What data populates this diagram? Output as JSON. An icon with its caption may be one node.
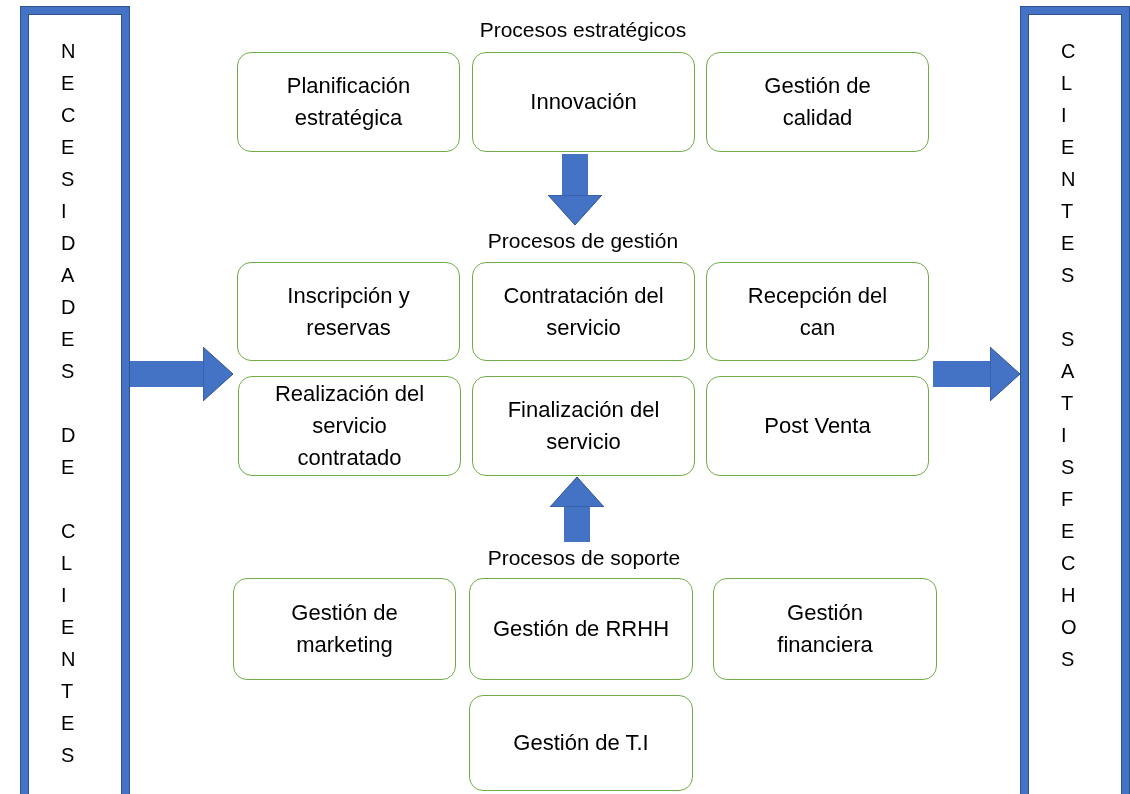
{
  "diagram": {
    "nodes": [
      {
        "text": [
          "NECESIDADES DE CLIENTES"
        ]
      },
      {
        "text": [
          "Procesos estratégicos"
        ]
      },
      {
        "text": [
          "Planificación estratégica"
        ],
        "in": 1
      },
      {
        "text": [
          "Innovación"
        ],
        "in": 1
      },
      {
        "text": [
          "Gestión de calidad"
        ],
        "in": 1
      },
      {
        "text": [
          "Procesos de gestión"
        ]
      },
      {
        "text": [
          "Inscripción y reservas"
        ],
        "in": 5
      },
      {
        "text": [
          "Contratación del servicio"
        ],
        "in": 5
      },
      {
        "text": [
          "Recepción del can"
        ],
        "in": 5
      },
      {
        "text": [
          "Realización del servicio contratado"
        ],
        "in": 5
      },
      {
        "text": [
          "Finalización del servicio"
        ],
        "in": 5
      },
      {
        "text": [
          "Post Venta"
        ],
        "in": 5
      },
      {
        "text": [
          "Procesos de soporte"
        ]
      },
      {
        "text": [
          "Gestión de marketing"
        ],
        "in": 12
      },
      {
        "text": [
          "Gestión de RRHH"
        ],
        "in": 12
      },
      {
        "text": [
          "Gestión financiera"
        ],
        "in": 12
      },
      {
        "text": [
          "Gestión de T.I"
        ],
        "in": 12
      },
      {
        "text": [
          "CLIENTES SATISFECHOS"
        ]
      }
    ],
    "edges": [
      {
        "from": 1,
        "to": 5,
        "arrow": "to"
      },
      {
        "from": 12,
        "to": 5,
        "arrow": "to"
      },
      {
        "from": 0,
        "to": 5,
        "arrow": "to"
      },
      {
        "from": 5,
        "to": 17,
        "arrow": "to"
      }
    ]
  }
}
